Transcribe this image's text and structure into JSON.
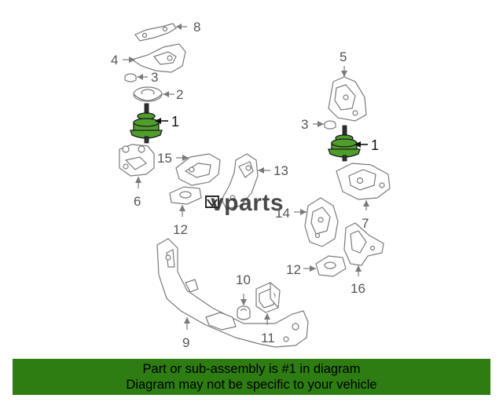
{
  "callouts": {
    "c1a": "1",
    "c1b": "1",
    "c2": "2",
    "c3a": "3",
    "c3b": "3",
    "c4": "4",
    "c5": "5",
    "c6": "6",
    "c7": "7",
    "c8": "8",
    "c9": "9",
    "c10": "10",
    "c11": "11",
    "c12a": "12",
    "c12b": "12",
    "c13": "13",
    "c14": "14",
    "c15": "15",
    "c16": "16"
  },
  "watermark": {
    "text": "vparts"
  },
  "banner": {
    "line1": "Part or sub-assembly is #1 in diagram",
    "line2": "Diagram may not be specific to your vehicle"
  },
  "colors": {
    "banner_bg": "#2e7d12",
    "highlight_part": "#4f9e2c",
    "linework": "#7a7a7a"
  }
}
